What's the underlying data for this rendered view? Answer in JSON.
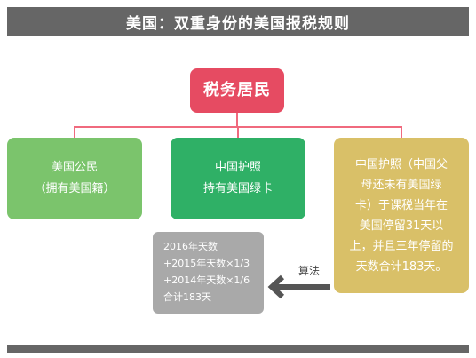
{
  "header": {
    "title": "美国：双重身份的美国报税规则"
  },
  "diagram": {
    "root": "税务居民",
    "box1": {
      "line1": "美国公民",
      "line2": "（拥有美国籍）"
    },
    "box2": {
      "line1": "中国护照",
      "line2": "持有美国绿卡"
    },
    "box3": {
      "lines": [
        "中国护照（中国父",
        "母还未有美国绿",
        "卡）于课税当年在",
        "美国停留31天以",
        "上，并且三年停留的",
        "天数合计183天。"
      ]
    },
    "arrow_label": "算法",
    "calc": {
      "lines": [
        "2016年天数",
        "+2015年天数×1/3",
        "+2014年天数×1/6",
        "合计183天"
      ]
    }
  },
  "colors": {
    "header_bg": "#666666",
    "root": "#e64b62",
    "box1": "#7bc46c",
    "box2": "#2fb066",
    "box3": "#d9c068",
    "calc": "#a9a9a9",
    "connector": "#f06a7e"
  }
}
